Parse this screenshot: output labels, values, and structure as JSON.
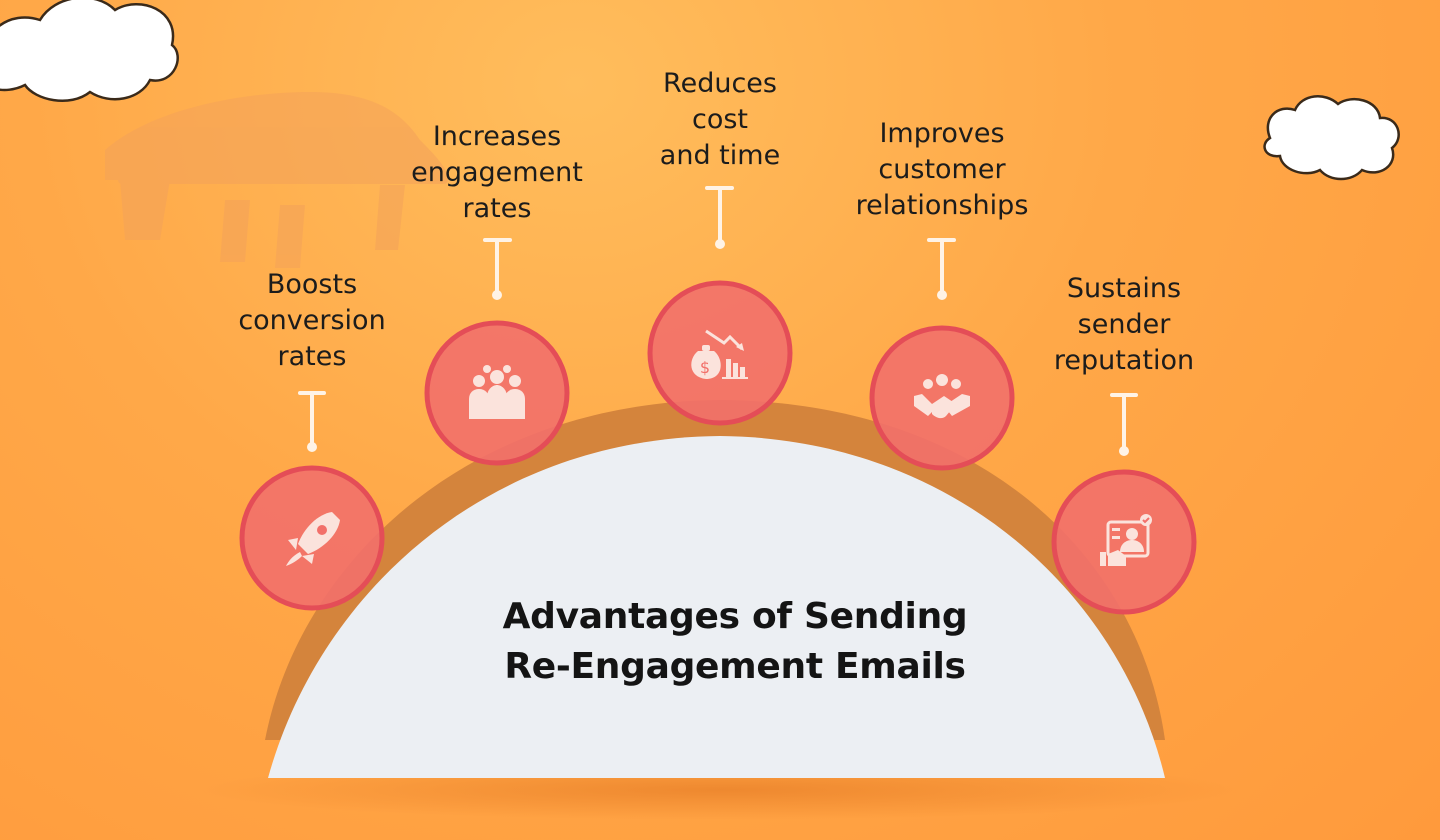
{
  "title": {
    "line1": "Advantages of Sending",
    "line2": "Re-Engagement Emails"
  },
  "items": [
    {
      "lines": [
        "Boosts",
        "conversion",
        "rates"
      ],
      "icon": "rocket-icon"
    },
    {
      "lines": [
        "Increases",
        "engagement",
        "rates"
      ],
      "icon": "team-icon"
    },
    {
      "lines": [
        "Reduces",
        "cost",
        "and time"
      ],
      "icon": "money-bag-chart-down-icon"
    },
    {
      "lines": [
        "Improves",
        "customer",
        "relationships"
      ],
      "icon": "handshake-icon"
    },
    {
      "lines": [
        "Sustains",
        "sender",
        "reputation"
      ],
      "icon": "profile-badge-icon"
    }
  ],
  "colors": {
    "background": "#ffa848",
    "dome": "#eceff3",
    "dome_shadow": "#d4843c",
    "circle_fill": "#f2706a",
    "circle_ring": "#e44d57",
    "connector": "#fff3e6",
    "cloud": "#ffffff"
  }
}
